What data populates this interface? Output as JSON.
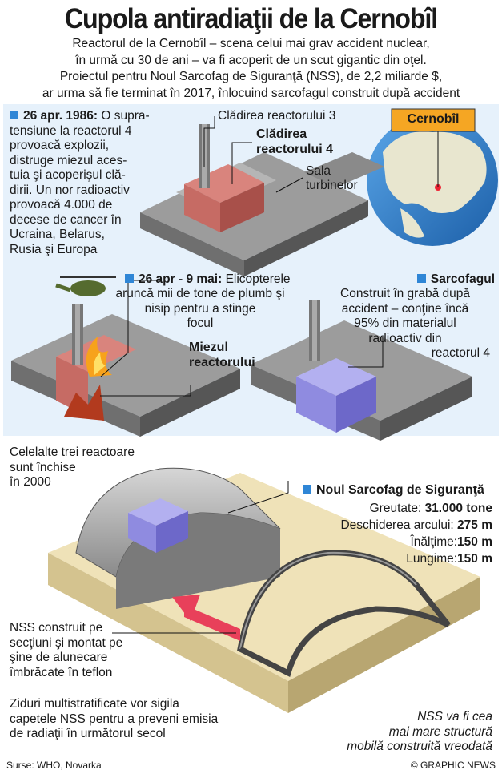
{
  "title": "Cupola antiradiaţii de la Cernobîl",
  "intro": [
    "Reactorul de la Cernobîl – scena celui mai grav accident nuclear,",
    "în urmă cu 30 de ani – va fi acoperit de un scut gigantic din oţel.",
    "Proiectul pentru Noul Sarcofag de Siguranţă (NSS), de 2,2 miliarde $,",
    "ar urma să fie terminat în 2017, înlocuind sarcofagul construit după accident"
  ],
  "panel1": {
    "date": "26 apr. 1986:",
    "text_lines": [
      "O supra-",
      "tensiune la reactorul 4",
      "provoacă explozii,",
      "distruge miezul aces-",
      "tuia şi acoperişul clă-",
      "dirii. Un nor radioactiv",
      "provoacă 4.000 de",
      "decese de cancer în",
      "Ucraina, Belarus,",
      "Rusia şi Europa"
    ],
    "label_building3": "Clădirea reactorului 3",
    "label_building4": [
      "Clădirea",
      "reactorului 4"
    ],
    "label_turbine": [
      "Sala",
      "turbinelor"
    ],
    "map_label": "Cernobîl"
  },
  "panel2": {
    "date": "26 apr - 9 mai:",
    "text_lines": [
      "Elicopterele",
      "aruncă mii de tone de plumb şi",
      "nisip pentru a stinge",
      "focul"
    ],
    "label_core": [
      "Miezul",
      "reactorului"
    ]
  },
  "panel3": {
    "title": "Sarcofagul",
    "text_lines": [
      "Construit în grabă după",
      "accident – conţine încă",
      "95% din materialul",
      "radioactiv din",
      "reactorul 4"
    ]
  },
  "bottom": {
    "closed_note": [
      "Celelalte trei reactoare",
      "sunt închise",
      "în 2000"
    ],
    "nss_title": "Noul Sarcofag de Siguranţă",
    "specs": [
      {
        "label": "Greutate:",
        "value": "31.000 tone"
      },
      {
        "label": "Deschiderea arcului:",
        "value": "275 m"
      },
      {
        "label": "Înălţime:",
        "value": "150 m"
      },
      {
        "label": "Lungime:",
        "value": "150 m"
      }
    ],
    "rails_note": [
      "NSS construit pe",
      "secţiuni şi montat pe",
      "şine de alunecare",
      "îmbrăcate în teflon"
    ],
    "walls_note": [
      "Ziduri multistratificate vor sigila",
      "capetele NSS pentru a preveni emisia",
      "de radiaţii în următorul secol"
    ],
    "nss_note": [
      "NSS va fi cea",
      "mai mare structură",
      "mobilă construită vreodată"
    ]
  },
  "footer": {
    "sources": "Surse: WHO, Novarka",
    "credit": "© GRAPHIC NEWS"
  },
  "colors": {
    "accent_square": "#2f86d6",
    "panel_bg": "#e6f1fb",
    "reactor_red": "#d9847d",
    "sarcophagus_purple": "#8f8be0",
    "arrow_red": "#e8405a"
  }
}
